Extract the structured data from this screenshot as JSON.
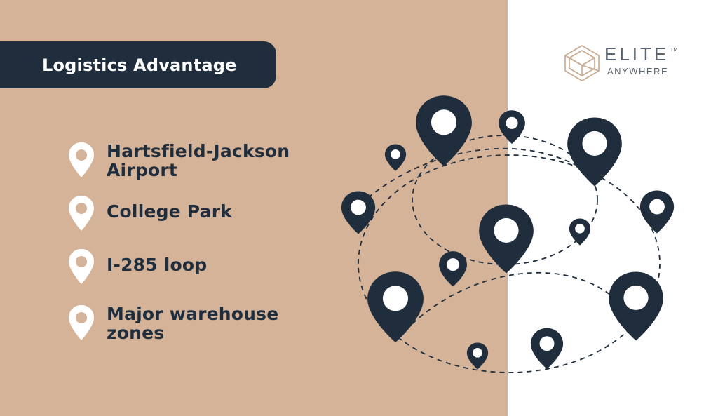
{
  "banner": {
    "title": "Logistics Advantage"
  },
  "locations": [
    {
      "label": "Hartsfield-Jackson\nAirport",
      "icon": "location-pin-icon"
    },
    {
      "label": "College Park",
      "icon": "location-pin-icon"
    },
    {
      "label": "I-285 loop",
      "icon": "location-pin-icon"
    },
    {
      "label": "Major warehouse\nzones",
      "icon": "location-pin-icon"
    }
  ],
  "logo": {
    "word1": "ELITE",
    "tm": "TM",
    "word2": "ANYWHERE"
  },
  "colors": {
    "tan": "#d5b398",
    "navy": "#1f2d3d",
    "white": "#ffffff",
    "logo_gray": "#5a6470",
    "logo_accent": "#c9a98e"
  }
}
